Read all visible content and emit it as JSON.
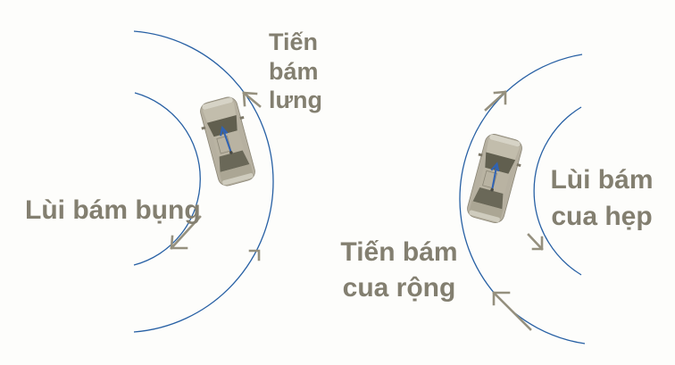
{
  "diagram": {
    "description_data": {
      "labels": {
        "tien_bam_lung": {
          "line1": "Tiến",
          "line2": "bám",
          "line3": "lưng"
        },
        "lui_bam_bung": {
          "text": "Lùi bám bụng"
        },
        "tien_bam_cua_rong": {
          "line1": "Tiến bám",
          "line2": "cua rộng"
        },
        "lui_bam_cua_hep": {
          "line1": "Lùi bám",
          "line2": "cua hẹp"
        }
      },
      "arrows": {
        "left_outer_top": "up-left",
        "left_outer_mid": "up-right",
        "left_inner_bottom": "down-left",
        "right_outer_top": "up-right",
        "right_inner_bottom": "down-right",
        "right_outer_bottom": "up-left"
      },
      "colors": {
        "arc": "#2760a4",
        "direction_arrow": "#95907e",
        "label_text": "#837f70",
        "car_body": "#b6b0a0",
        "car_glass": "#615f4f",
        "car_heading_arrow": "#2f63b5",
        "background": "#fdfdfb"
      },
      "cars": {
        "left": {
          "name": "car-left",
          "heading": "up-left"
        },
        "right": {
          "name": "car-right",
          "heading": "up-right"
        }
      }
    }
  }
}
